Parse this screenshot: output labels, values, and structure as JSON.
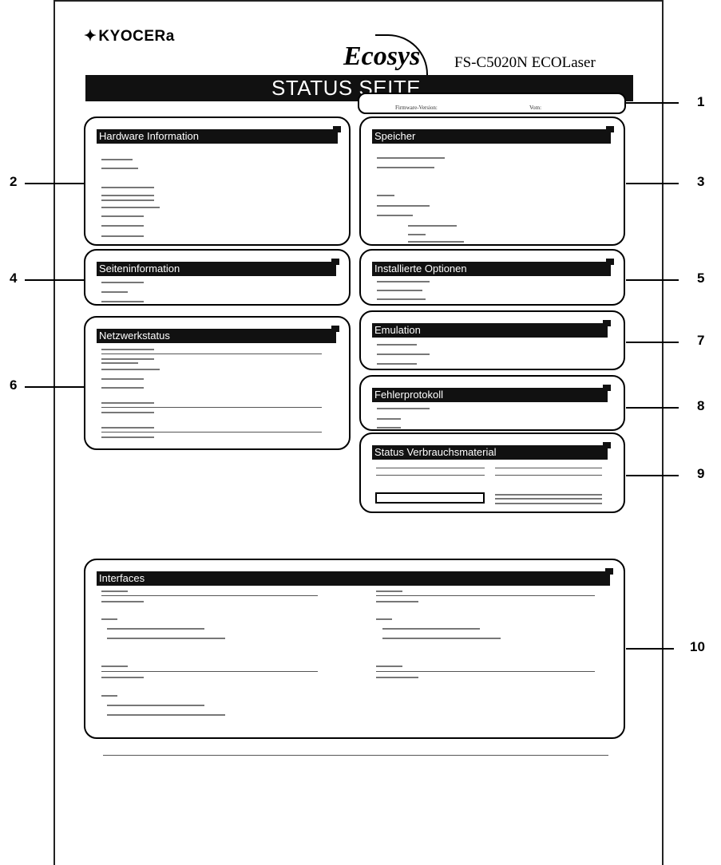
{
  "header": {
    "logo": "KYOCERa",
    "brand": "Ecosys",
    "model": "FS-C5020N  ECOLaser",
    "title": "STATUS SEITE",
    "firmware_label": "Firmware-Version:",
    "date_label": "Vom:"
  },
  "sections": [
    {
      "id": "hardware",
      "title": "Hardware Information",
      "callout": "2"
    },
    {
      "id": "memory",
      "title": "Speicher",
      "callout": "3"
    },
    {
      "id": "page_info",
      "title": "Seiteninformation",
      "callout": "4"
    },
    {
      "id": "options",
      "title": "Installierte Optionen",
      "callout": "5"
    },
    {
      "id": "network",
      "title": "Netzwerkstatus",
      "callout": "6"
    },
    {
      "id": "emulation",
      "title": "Emulation",
      "callout": "7"
    },
    {
      "id": "errors",
      "title": "Fehlerprotokoll",
      "callout": "8"
    },
    {
      "id": "consumables",
      "title": "Status Verbrauchsmaterial",
      "callout": "9"
    },
    {
      "id": "interfaces",
      "title": "Interfaces",
      "callout": "10"
    }
  ],
  "firmware_callout": "1"
}
